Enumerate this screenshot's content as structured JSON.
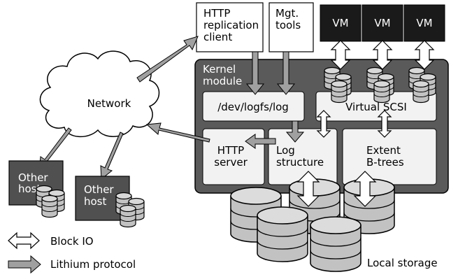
{
  "diagram": {
    "http_client": [
      "HTTP",
      "replication",
      "client"
    ],
    "mgt_tools": [
      "Mgt.",
      "tools"
    ],
    "vms": [
      "VM",
      "VM",
      "VM"
    ],
    "kernel_module": [
      "Kernel",
      "module"
    ],
    "dev_logfs": "/dev/logfs/log",
    "virtual_scsi": "Virtual SCSI",
    "http_server": [
      "HTTP",
      "server"
    ],
    "log_structure": [
      "Log",
      "structure"
    ],
    "extent_btrees": [
      "Extent",
      "B-trees"
    ],
    "network": "Network",
    "other_hosts": [
      [
        "Other",
        "host"
      ],
      [
        "Other",
        "host"
      ]
    ],
    "local_storage": "Local storage",
    "legend": {
      "block_io": "Block IO",
      "lithium_protocol": "Lithium protocol"
    }
  },
  "colors": {
    "kernel_fill": "#5a5a5a",
    "component_fill": "#f2f2f2",
    "vm_fill": "#1a1a1a",
    "host_fill": "#505050",
    "arrow_gray": "#a0a0a0",
    "disk_fill": "#c2c2c2"
  }
}
